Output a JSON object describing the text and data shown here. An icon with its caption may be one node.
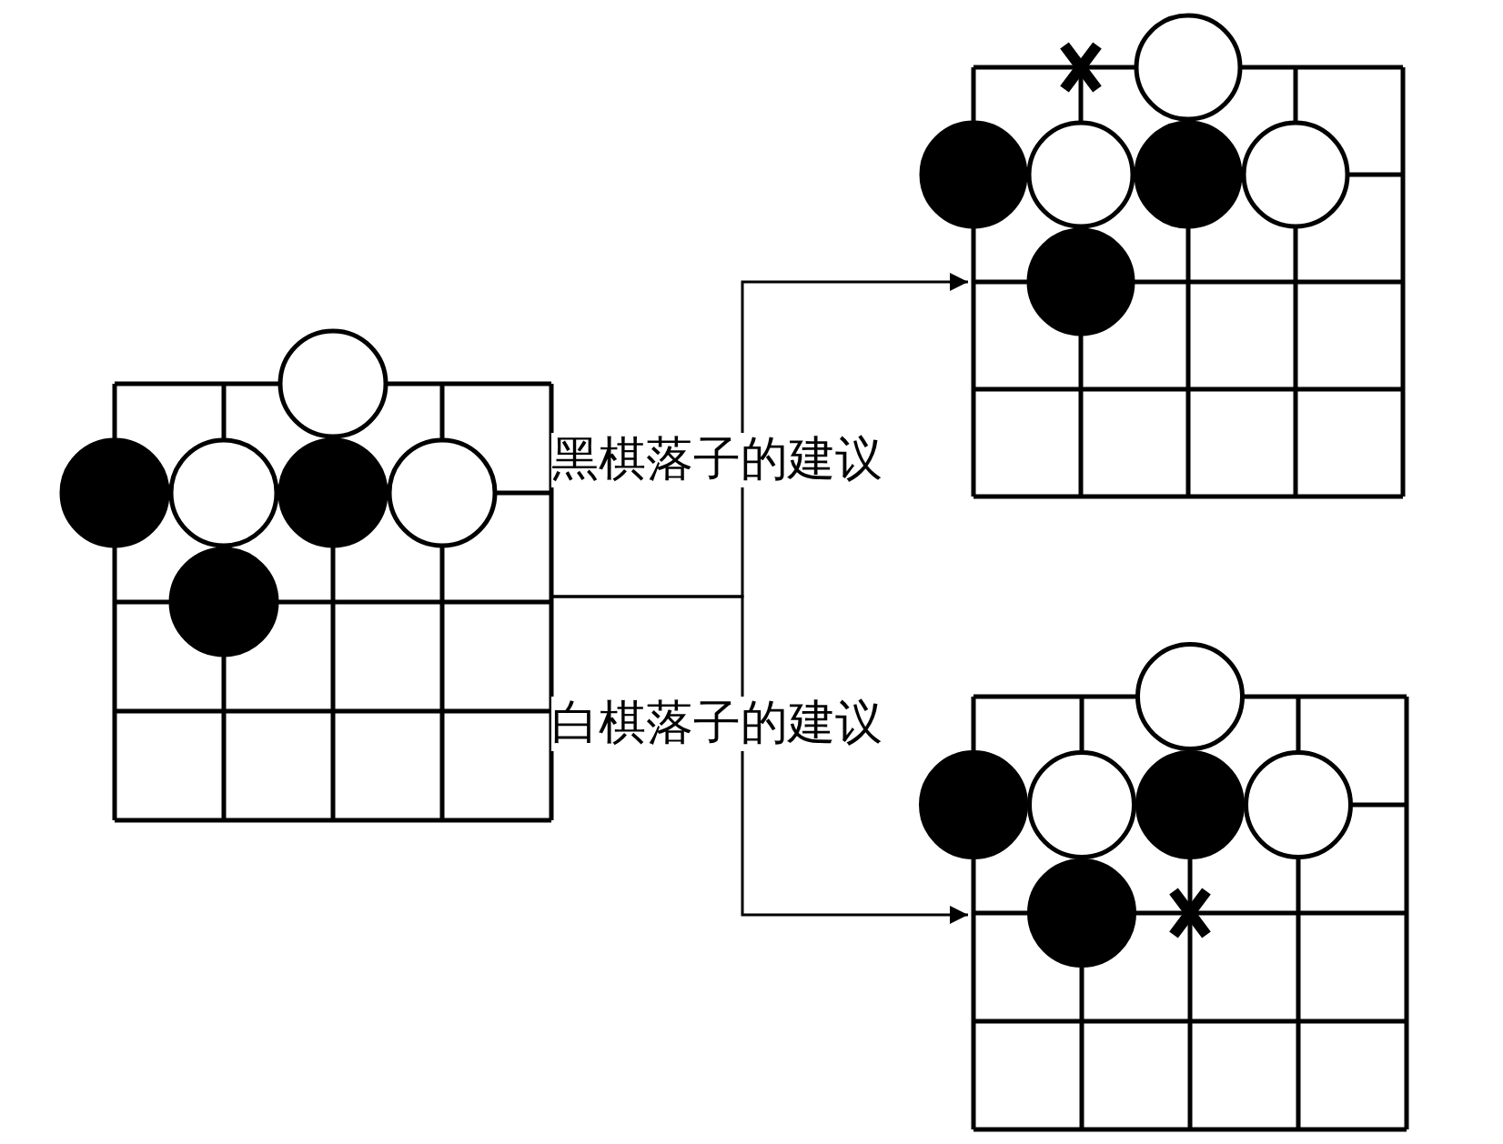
{
  "diagram": {
    "nodes": [
      {
        "text": [],
        "shape": "picture"
      },
      {
        "text": [],
        "shape": "picture"
      },
      {
        "text": [],
        "shape": "picture"
      }
    ],
    "edges": [
      {
        "from": 0,
        "to": 1,
        "arrow": "to",
        "label": "黑棋落子的建议"
      },
      {
        "from": 0,
        "to": 2,
        "arrow": "to",
        "label": "白棋落子的建议"
      }
    ]
  }
}
